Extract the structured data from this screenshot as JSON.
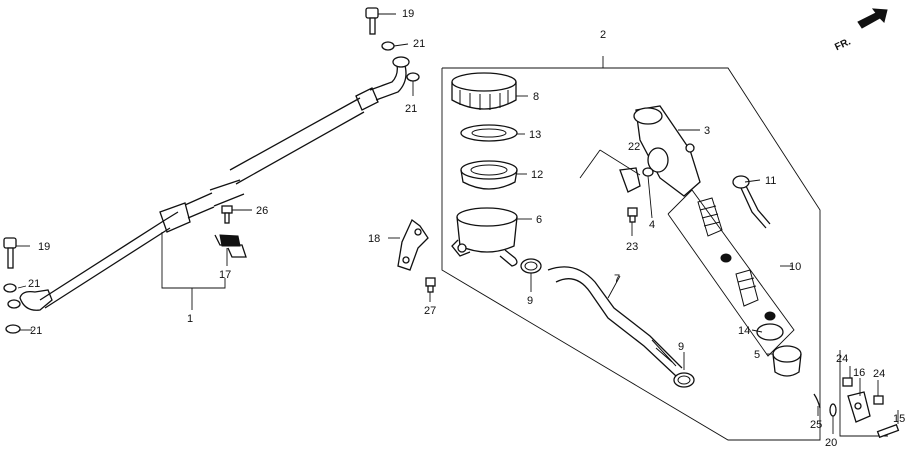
{
  "orientation": {
    "text": "FR."
  },
  "callouts": [
    {
      "id": "c19a",
      "text": "19"
    },
    {
      "id": "c21a",
      "text": "21"
    },
    {
      "id": "c21b",
      "text": "21"
    },
    {
      "id": "c2",
      "text": "2"
    },
    {
      "id": "c8",
      "text": "8"
    },
    {
      "id": "c3",
      "text": "3"
    },
    {
      "id": "c13",
      "text": "13"
    },
    {
      "id": "c22",
      "text": "22"
    },
    {
      "id": "c12",
      "text": "12"
    },
    {
      "id": "c11",
      "text": "11"
    },
    {
      "id": "c26",
      "text": "26"
    },
    {
      "id": "c6",
      "text": "6"
    },
    {
      "id": "c4",
      "text": "4"
    },
    {
      "id": "c18",
      "text": "18"
    },
    {
      "id": "c23",
      "text": "23"
    },
    {
      "id": "c19b",
      "text": "19"
    },
    {
      "id": "c10",
      "text": "10"
    },
    {
      "id": "c17",
      "text": "17"
    },
    {
      "id": "c7",
      "text": "7"
    },
    {
      "id": "c21c",
      "text": "21"
    },
    {
      "id": "c9a",
      "text": "9"
    },
    {
      "id": "c27",
      "text": "27"
    },
    {
      "id": "c1",
      "text": "1"
    },
    {
      "id": "c21d",
      "text": "21"
    },
    {
      "id": "c14",
      "text": "14"
    },
    {
      "id": "c9b",
      "text": "9"
    },
    {
      "id": "c5",
      "text": "5"
    },
    {
      "id": "c24a",
      "text": "24"
    },
    {
      "id": "c16",
      "text": "16"
    },
    {
      "id": "c24b",
      "text": "24"
    },
    {
      "id": "c15",
      "text": "15"
    },
    {
      "id": "c25",
      "text": "25"
    },
    {
      "id": "c20",
      "text": "20"
    }
  ]
}
